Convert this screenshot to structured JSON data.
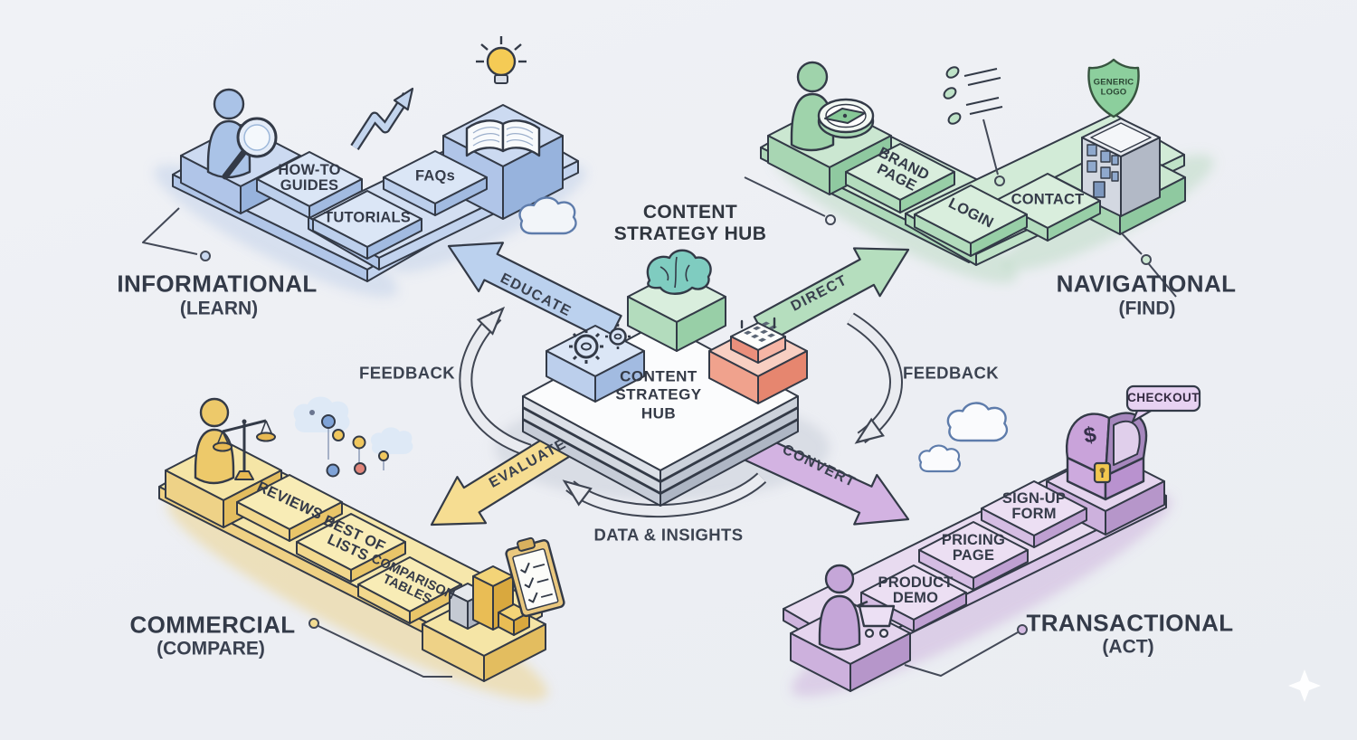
{
  "hub": {
    "top_title": [
      "CONTENT",
      "STRATEGY HUB"
    ],
    "plate": [
      "CONTENT",
      "STRATEGY",
      "HUB"
    ],
    "icons": [
      "gears-icon",
      "brain-icon",
      "calendar-icon"
    ]
  },
  "flows": {
    "educate": "EDUCATE",
    "direct": "DIRECT",
    "evaluate": "EVALUATE",
    "convert": "CONVERT",
    "feedback_left": "FEEDBACK",
    "feedback_right": "FEEDBACK",
    "data_insights": "DATA & INSIGHTS"
  },
  "quadrants": {
    "informational": {
      "title": "INFORMATIONAL",
      "subtitle": "(LEARN)",
      "accent": "#b9cfec",
      "steps": {
        "howto": [
          "HOW-TO",
          "GUIDES"
        ],
        "tutorials": [
          "TUTORIALS"
        ],
        "faqs": [
          "FAQs"
        ]
      },
      "icons": [
        "person-search-icon",
        "magnifier-icon",
        "growth-arrow-icon",
        "open-book-icon",
        "lightbulb-icon",
        "cloud-icon"
      ]
    },
    "navigational": {
      "title": "NAVIGATIONAL",
      "subtitle": "(FIND)",
      "accent": "#b5debe",
      "badge_lines": [
        "GENERIC",
        "LOGO"
      ],
      "steps": {
        "brand": [
          "BRAND",
          "PAGE"
        ],
        "login": [
          "LOGIN"
        ],
        "contact": [
          "CONTACT"
        ]
      },
      "icons": [
        "person-compass-icon",
        "compass-icon",
        "shield-logo-icon",
        "building-icon",
        "leaf-dots-icon"
      ]
    },
    "commercial": {
      "title": "COMMERCIAL",
      "subtitle": "(COMPARE)",
      "accent": "#f6dd92",
      "steps": {
        "reviews": [
          "REVIEWS"
        ],
        "bestof": [
          "BEST OF",
          "LISTS"
        ],
        "comparison": [
          "COMPARISON",
          "TABLES"
        ]
      },
      "icons": [
        "person-scales-icon",
        "scales-icon",
        "bar-chart-icon",
        "clipboard-icon",
        "scatter-dots-icon"
      ]
    },
    "transactional": {
      "title": "TRANSACTIONAL",
      "subtitle": "(ACT)",
      "accent": "#d3b3e2",
      "bubble": "CHECKOUT",
      "chest_symbol": "$",
      "steps": {
        "demo": [
          "PRODUCT",
          "DEMO"
        ],
        "pricing": [
          "PRICING",
          "PAGE"
        ],
        "signup": [
          "SIGN-UP",
          "FORM"
        ]
      },
      "icons": [
        "person-cart-icon",
        "shopping-cart-icon",
        "treasure-chest-icon",
        "checkout-bubble-icon",
        "cloud-icon"
      ]
    }
  }
}
